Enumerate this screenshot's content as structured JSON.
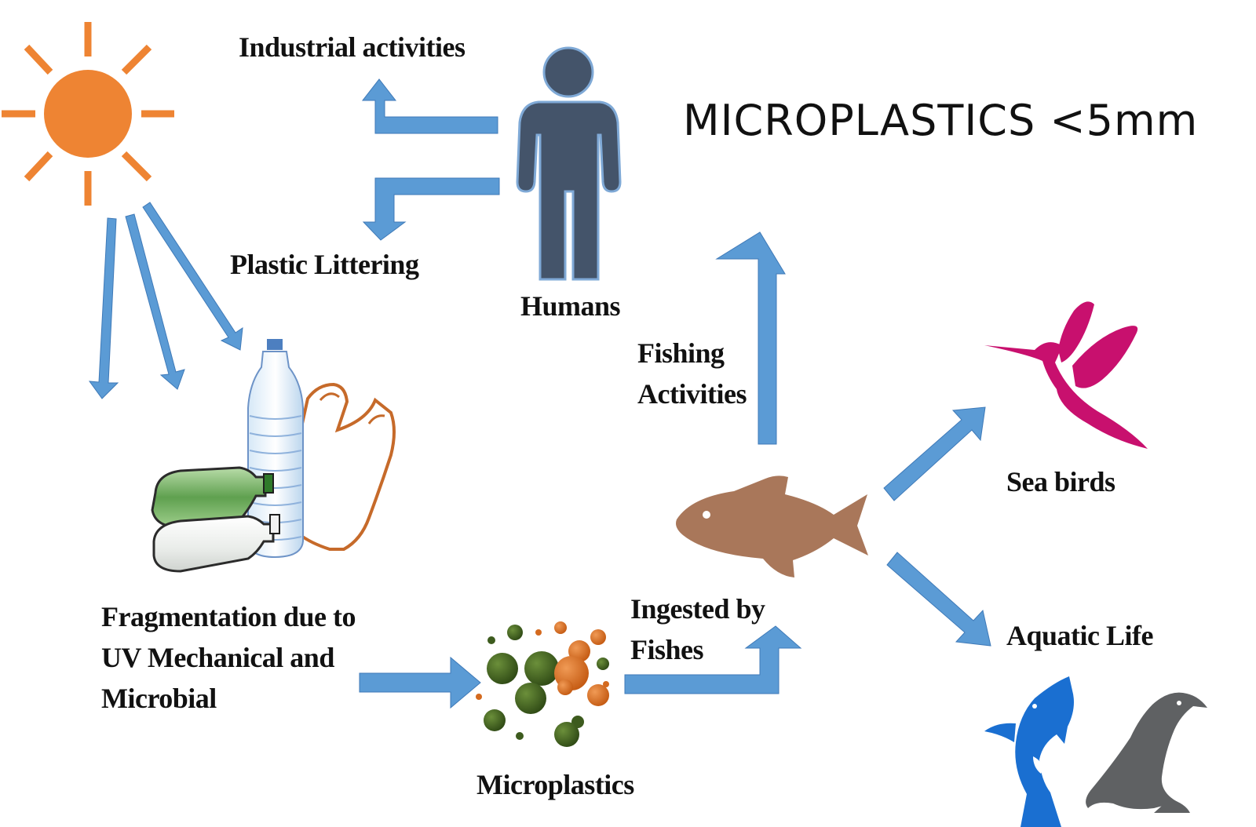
{
  "title": "MICROPLASTICS <5mm",
  "labels": {
    "industrial": "Industrial activities",
    "littering": "Plastic Littering",
    "humans": "Humans",
    "fishing": [
      "Fishing",
      "Activities"
    ],
    "fragmentation": [
      "Fragmentation due to",
      "UV Mechanical and",
      "Microbial"
    ],
    "microplastics": "Microplastics",
    "ingested": [
      "Ingested by",
      "Fishes"
    ],
    "seabirds": "Sea birds",
    "aquatic": "Aquatic Life"
  },
  "icons": {
    "sun": "sun-icon",
    "human": "person-icon",
    "bottles": "plastic-waste-icon",
    "particles": "microplastic-particles-icon",
    "fish": "fish-icon",
    "bird": "hummingbird-icon",
    "dolphin": "dolphin-icon",
    "seal": "seal-icon"
  },
  "colors": {
    "arrow": "#5b9bd5",
    "sun": "#ee8433",
    "human": "#44546a",
    "fish": "#a9775a",
    "bird": "#c8106e",
    "dolphin": "#1a6fd1",
    "seal": "#5f6163",
    "particle_green": "#3d5b1e",
    "particle_orange": "#d46a1f"
  }
}
